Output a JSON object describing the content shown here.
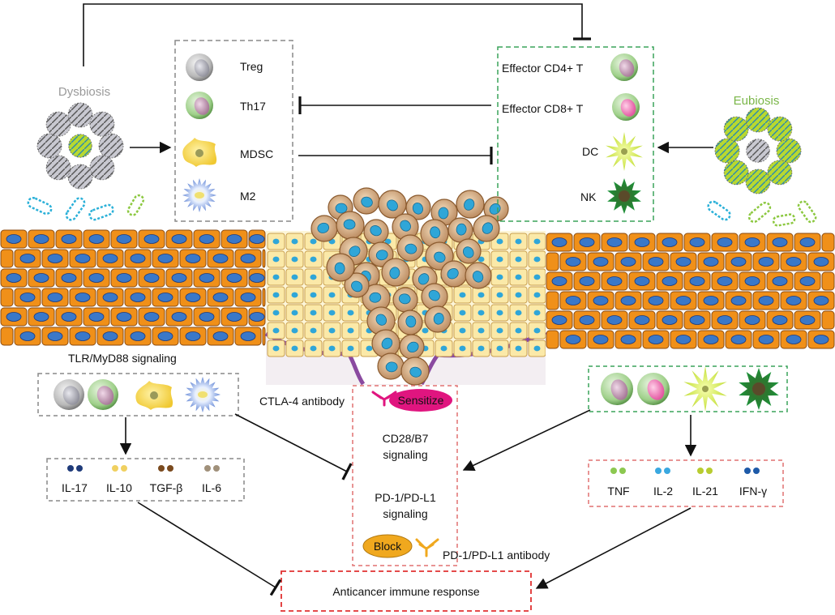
{
  "left_group": {
    "title": "Dysbiosis",
    "cells": [
      "Treg",
      "Th17",
      "MDSC",
      "M2"
    ]
  },
  "right_group": {
    "title": "Eubiosis",
    "cells": [
      "Effector CD4+ T",
      "Effector CD8+ T",
      "DC",
      "NK"
    ]
  },
  "signaling": {
    "tlr": "TLR/MyD88 signaling",
    "ctla4_antibody": "CTLA-4 antibody",
    "sensitize": "Sensitize",
    "cd28_line1": "CD28/B7",
    "cd28_line2": "signaling",
    "pd1_line1": "PD-1/PD-L1",
    "pd1_line2": "signaling",
    "block": "Block",
    "pd1_antibody": "PD-1/PD-L1 antibody"
  },
  "left_cytokines": [
    "IL-17",
    "IL-10",
    "TGF-β",
    "IL-6"
  ],
  "right_cytokines": [
    "TNF",
    "IL-2",
    "IL-21",
    "IFN-γ"
  ],
  "outcome": "Anticancer immune response",
  "colors": {
    "dysbiosis_title": "#9a9a9a",
    "eubiosis_title": "#7ab648",
    "left_box_border": "#888888",
    "right_box_border": "#3aa35a",
    "center_box_border": "#e07070",
    "outcome_border": "#e03030",
    "sensitize_fill": "#e0157f",
    "block_fill": "#f0a81e",
    "epithelium_cell": "#f09019",
    "epithelium_nucleus": "#3a78c8",
    "tumor_cell": "#c8925a",
    "tumor_nucleus": "#2fa6d8",
    "il17_dot": "#1f3b7a",
    "il10_dot": "#f0d060",
    "tgfb_dot": "#7a4a1e",
    "il6_dot": "#a0907a",
    "tnf_dot": "#8cc850",
    "il2_dot": "#3aa8e0",
    "il21_dot": "#b8cc30",
    "ifng_dot": "#1e5aa8"
  }
}
